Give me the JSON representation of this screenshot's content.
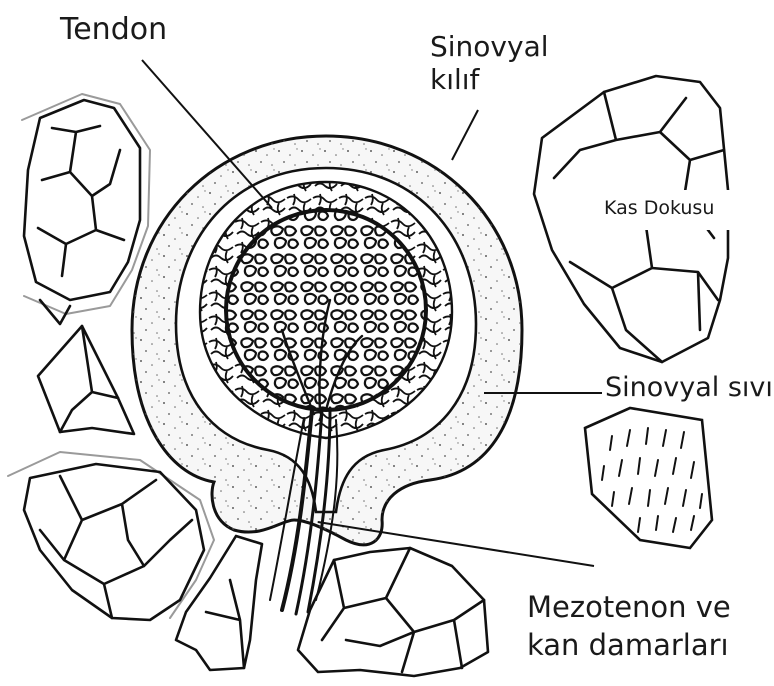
{
  "labels": {
    "tendon": "Tendon",
    "synovial_sheath_line1": "Sinovyal",
    "synovial_sheath_line2": "kılıf",
    "muscle_tissue": "Kas Dokusu",
    "synovial_fluid": "Sinovyal sıvı",
    "mesotenon_line1": "Mezotenon ve",
    "mesotenon_line2": "kan damarları"
  },
  "colors": {
    "ink": "#111111",
    "sheath_fill": "#f6f6f6",
    "background": "#ffffff"
  }
}
